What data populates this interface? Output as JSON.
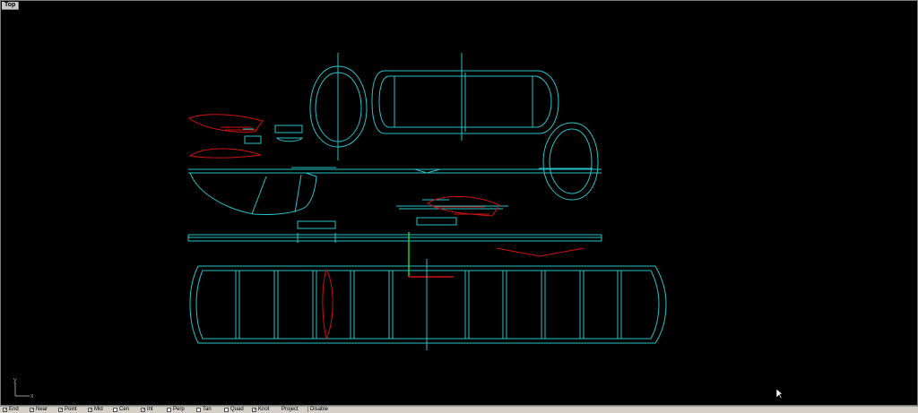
{
  "viewport": {
    "label": "Top",
    "background": "#000000",
    "curve_color": "#29c2c8",
    "highlight_color": "#cc1111",
    "axis_x_color": "#cc1111",
    "axis_y_color": "#22cc22"
  },
  "axis_icon": {
    "x_label": "x",
    "y_label": "y"
  },
  "osnap": {
    "items": [
      {
        "label": "End",
        "checked": true
      },
      {
        "label": "Near",
        "checked": true
      },
      {
        "label": "Point",
        "checked": true
      },
      {
        "label": "Mid",
        "checked": true
      },
      {
        "label": "Cen",
        "checked": false
      },
      {
        "label": "Int",
        "checked": true
      },
      {
        "label": "Perp",
        "checked": false
      },
      {
        "label": "Tan",
        "checked": false
      },
      {
        "label": "Quad",
        "checked": false
      },
      {
        "label": "Knot",
        "checked": true
      }
    ],
    "project_label": "Project",
    "disable_label": "Disable"
  }
}
